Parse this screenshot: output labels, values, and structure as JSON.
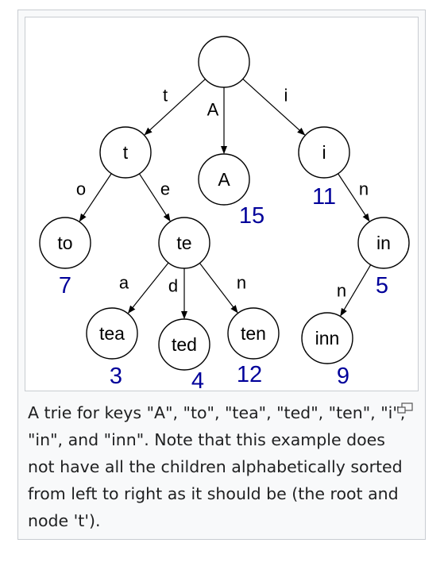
{
  "figure": {
    "nodes": [
      {
        "id": "root",
        "label": ""
      },
      {
        "id": "t",
        "label": "t"
      },
      {
        "id": "A",
        "label": "A",
        "value": "15"
      },
      {
        "id": "i",
        "label": "i",
        "value": "11"
      },
      {
        "id": "to",
        "label": "to",
        "value": "7"
      },
      {
        "id": "te",
        "label": "te"
      },
      {
        "id": "in",
        "label": "in",
        "value": "5"
      },
      {
        "id": "tea",
        "label": "tea",
        "value": "3"
      },
      {
        "id": "ted",
        "label": "ted",
        "value": "4"
      },
      {
        "id": "ten",
        "label": "ten",
        "value": "12"
      },
      {
        "id": "inn",
        "label": "inn",
        "value": "9"
      }
    ],
    "edges": [
      {
        "from": "root",
        "to": "t",
        "label": "t"
      },
      {
        "from": "root",
        "to": "A",
        "label": "A"
      },
      {
        "from": "root",
        "to": "i",
        "label": "i"
      },
      {
        "from": "t",
        "to": "to",
        "label": "o"
      },
      {
        "from": "t",
        "to": "te",
        "label": "e"
      },
      {
        "from": "i",
        "to": "in",
        "label": "n"
      },
      {
        "from": "te",
        "to": "tea",
        "label": "a"
      },
      {
        "from": "te",
        "to": "ted",
        "label": "d"
      },
      {
        "from": "te",
        "to": "ten",
        "label": "n"
      },
      {
        "from": "in",
        "to": "inn",
        "label": "n"
      }
    ]
  },
  "caption": "A trie for keys \"A\", \"to\", \"tea\", \"ted\", \"ten\", \"i\", \"in\", and \"inn\". Note that this example does not have all the children alphabetically sorted from left to right as it should be (the root and node 't').",
  "enlarge_icon": "enlarge-icon",
  "colors": {
    "value_text": "#00009a",
    "caption_text": "#202122",
    "frame_border": "#c8ccd1",
    "frame_background": "#f8f9fa"
  }
}
